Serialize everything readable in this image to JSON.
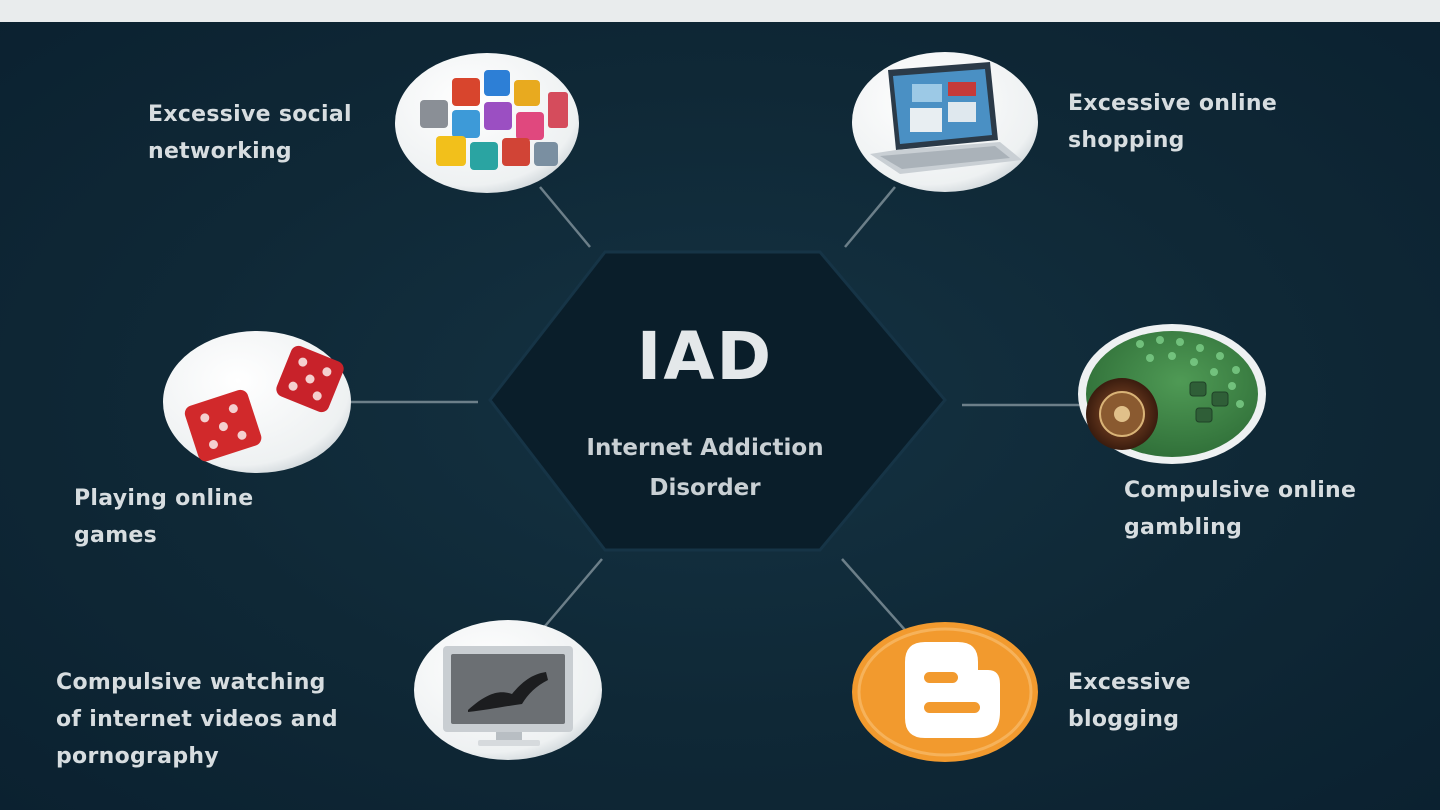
{
  "center": {
    "title": "IAD",
    "subtitle_line1": "Internet Addiction",
    "subtitle_line2": "Disorder"
  },
  "nodes": [
    {
      "id": "social-networking",
      "line1": "Excessive social",
      "line2": "networking",
      "icon": "app-icons-cube-icon"
    },
    {
      "id": "online-shopping",
      "line1": "Excessive online",
      "line2": "shopping",
      "icon": "laptop-icon"
    },
    {
      "id": "online-games",
      "line1": "Playing online",
      "line2": "games",
      "icon": "dice-icon"
    },
    {
      "id": "online-gambling",
      "line1": "Compulsive online",
      "line2": "gambling",
      "icon": "roulette-table-icon"
    },
    {
      "id": "videos",
      "line1": "Compulsive watching",
      "line2": "of internet videos and",
      "line3": "pornography",
      "icon": "monitor-icon"
    },
    {
      "id": "blogging",
      "line1": "Excessive",
      "line2": "blogging",
      "icon": "blogger-icon"
    }
  ],
  "colors": {
    "background": "#0f2836",
    "hexagon": "#0a1e2a",
    "connector": "#6c7f89",
    "text": "#d7dde0",
    "blogger_orange": "#f29a2e"
  }
}
